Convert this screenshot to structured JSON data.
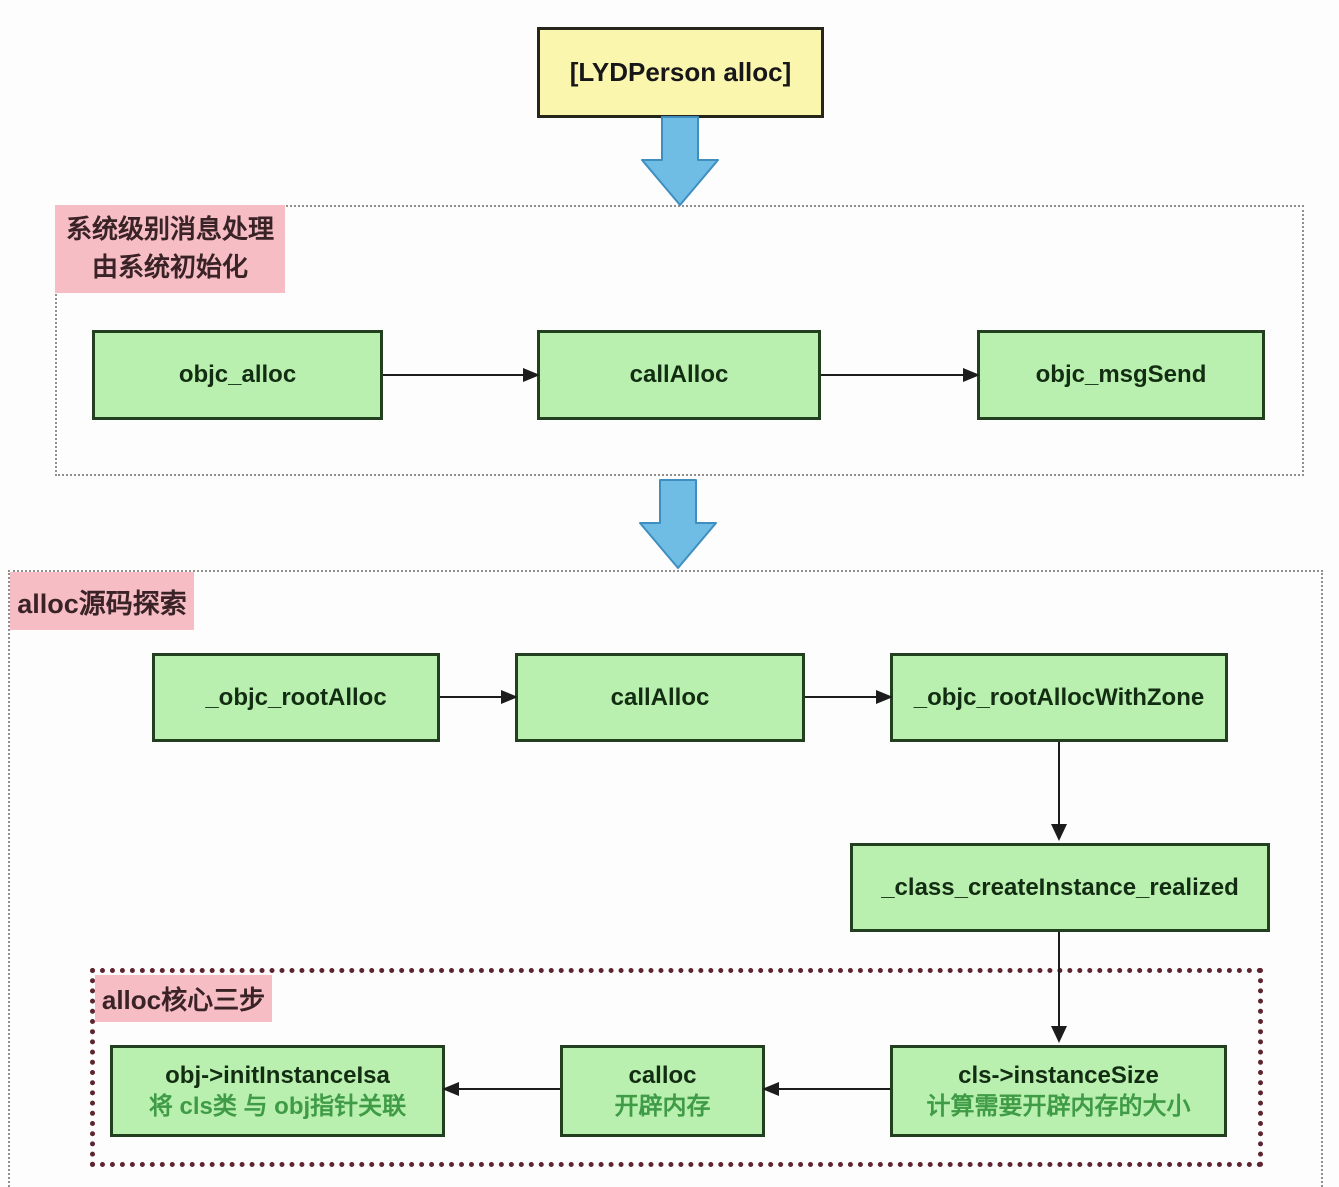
{
  "title_box": {
    "label": "[LYDPerson alloc]"
  },
  "icons": {
    "down_arrow": "blue-thick-down-arrow"
  },
  "colors": {
    "yellow_box_bg": "#fbf6ae",
    "green_box_bg": "#b9f0b0",
    "green_box_border": "#22401f",
    "green_box_text": "#132d12",
    "green_subtitle_text": "#3f9b45",
    "pink_label_bg": "#f6bdc5",
    "pink_label_text": "#3a2327",
    "blue_arrow_fill": "#6fbde5",
    "blue_arrow_stroke": "#3e8fc0",
    "outer_dotted_border": "#8f8f8f",
    "inner_dotted_border": "#5e2430",
    "connector_color": "#1c1c1c"
  },
  "system_section": {
    "label": [
      "系统级别消息处理",
      "由系统初始化"
    ],
    "nodes": [
      {
        "label": "objc_alloc"
      },
      {
        "label": "callAlloc"
      },
      {
        "label": "objc_msgSend"
      }
    ]
  },
  "alloc_section": {
    "label": "alloc源码探索",
    "nodes": [
      {
        "label": "_objc_rootAlloc"
      },
      {
        "label": "callAlloc"
      },
      {
        "label": "_objc_rootAllocWithZone"
      },
      {
        "label": "_class_createInstance_realized"
      }
    ],
    "core_section": {
      "label": "alloc核心三步",
      "nodes": [
        {
          "label": "obj->initInstanceIsa",
          "subtitle": "将 cls类 与 obj指针关联"
        },
        {
          "label": "calloc",
          "subtitle": "开辟内存"
        },
        {
          "label": "cls->instanceSize",
          "subtitle": "计算需要开辟内存的大小"
        }
      ]
    }
  }
}
